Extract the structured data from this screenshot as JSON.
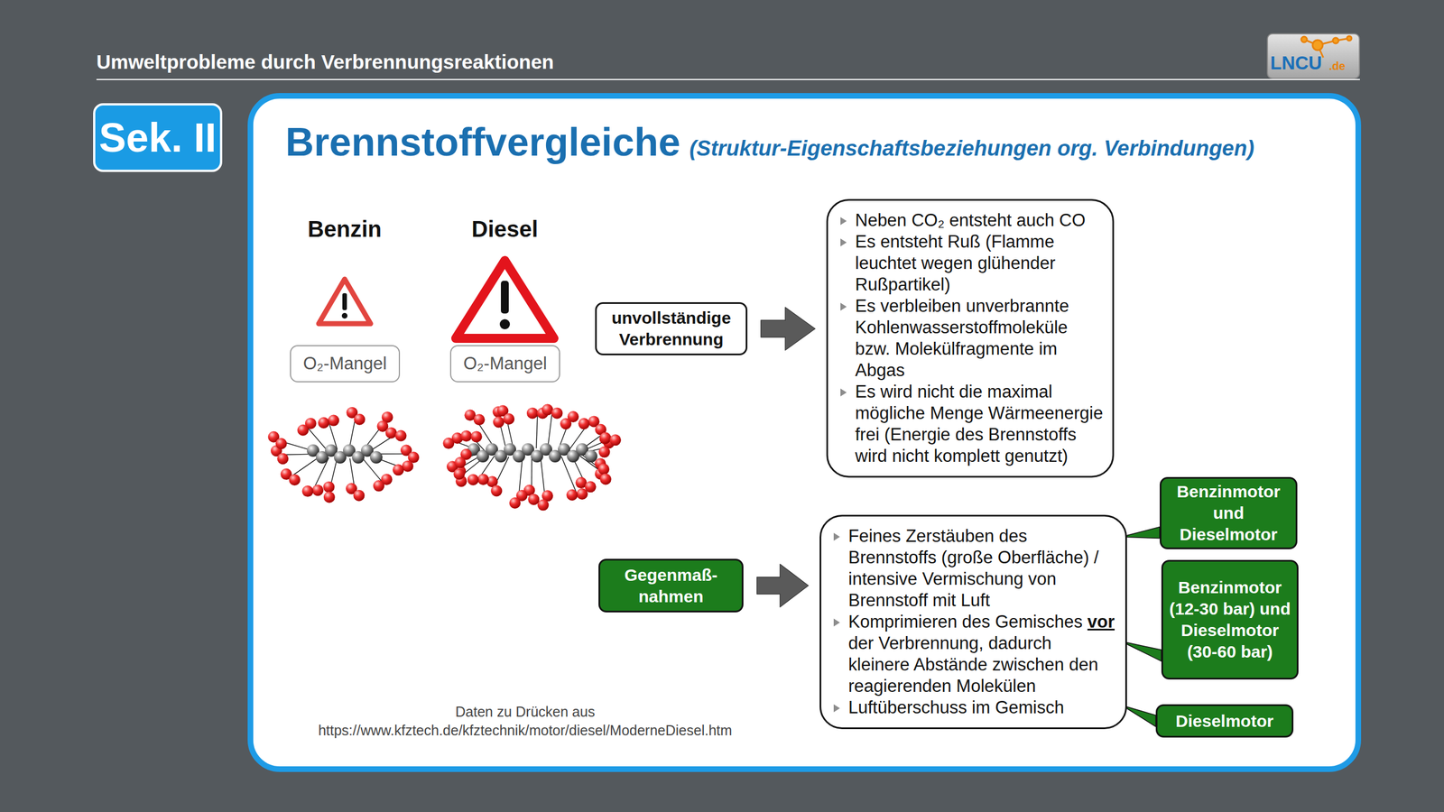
{
  "diagram": {
    "title": "Brennstoffvergleiche",
    "nodes": [
      {
        "text": [
          "Sek. II"
        ]
      },
      {
        "text": [
          "O₂-Mangel"
        ]
      },
      {
        "text": [
          "O₂-Mangel"
        ]
      },
      {
        "text": [
          "unvollständige Verbrennung"
        ]
      },
      {
        "text": [
          "Neben CO₂ entsteht auch CO",
          "Es entsteht Ruß (Flamme leuchtet wegen glühender Rußpartikel)",
          "Es verbleiben unverbrannte Kohlenwasserstoffmoleküle bzw. Molekülfragmente im Abgas",
          "Es wird nicht die maximal mögliche Menge Wärmeenergie frei (Energie des Brennstoffs wird nicht komplett genutzt)"
        ]
      },
      {
        "text": [
          "Gegenmaß- nahmen"
        ]
      },
      {
        "text": [
          "Feines Zerstäuben des Brennstoffs (große Oberfläche) / intensive Vermischung von Brennstoff mit Luft",
          "Komprimieren des Gemisches vor der Verbrennung, dadurch kleinere Abstände zwischen den reagierenden Molekülen",
          "Luftüberschuss im Gemisch"
        ]
      },
      {
        "text": [
          "Benzinmotor und Dieselmotor"
        ]
      },
      {
        "text": [
          "Benzinmotor (12-30 bar) und Dieselmotor (30-60 bar)"
        ]
      },
      {
        "text": [
          "Dieselmotor"
        ]
      }
    ],
    "edges": [
      {
        "from": 3,
        "to": 4,
        "arrow": "to"
      },
      {
        "from": 5,
        "to": 6,
        "arrow": "to"
      },
      {
        "from": 7,
        "to": 6,
        "arrow": "none"
      },
      {
        "from": 8,
        "to": 6,
        "arrow": "none"
      },
      {
        "from": 9,
        "to": 6,
        "arrow": "none"
      }
    ],
    "labels": [
      "Umweltprobleme durch Verbrennungsreaktionen",
      "LNCU",
      ".de",
      "(Struktur-Eigenschaftsbeziehungen org. Verbindungen)",
      "Benzin",
      "Diesel",
      "Daten zu Drücken aus",
      "https://www.kfztech.de/kfztechnik/motor/diesel/ModerneDiesel.htm"
    ]
  }
}
